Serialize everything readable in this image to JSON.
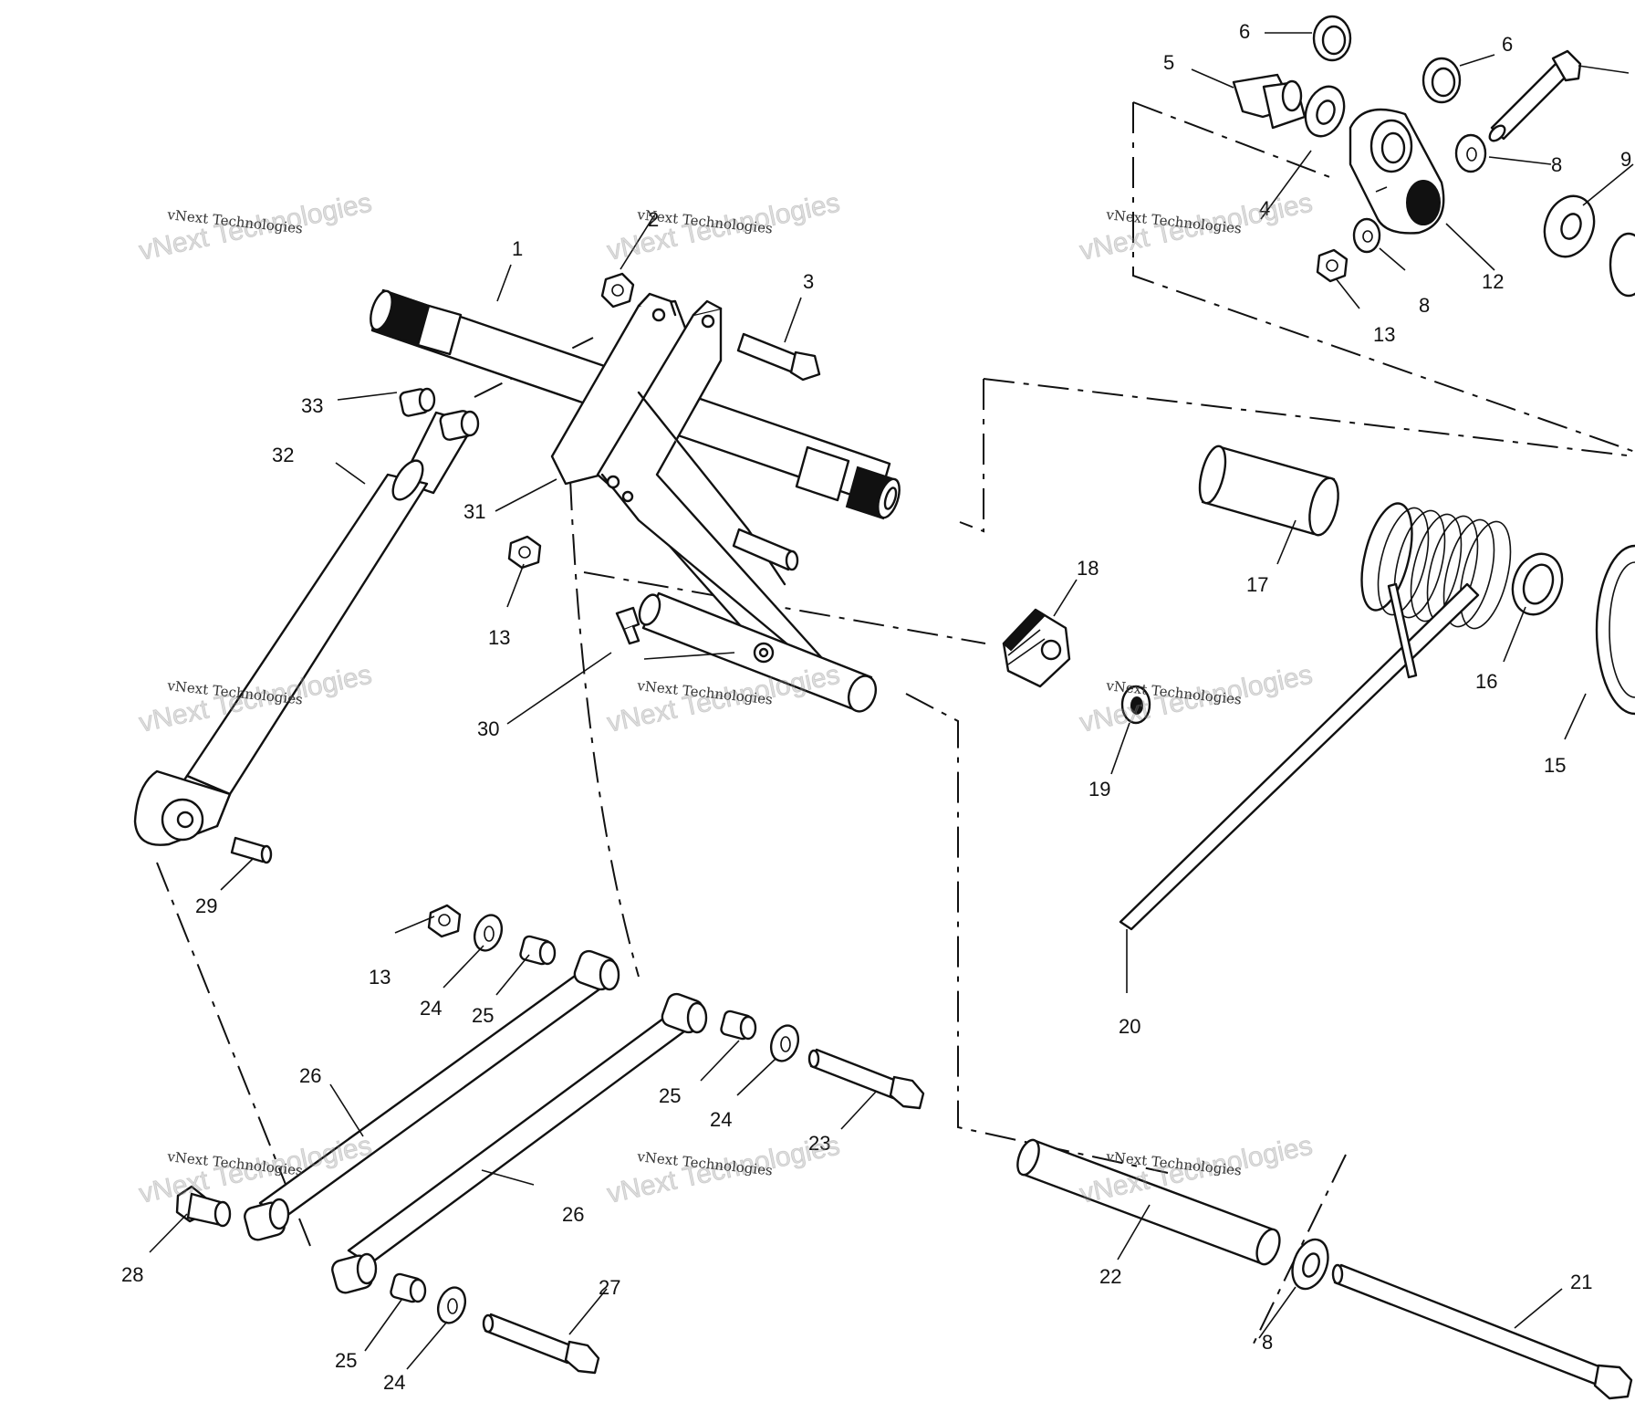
{
  "watermark": {
    "text_small": "vNext Technologies",
    "text_big": "vNext Technologies"
  },
  "callouts": [
    {
      "id": "c1",
      "text": "1"
    },
    {
      "id": "c2",
      "text": "2"
    },
    {
      "id": "c3",
      "text": "3"
    },
    {
      "id": "c4",
      "text": "4"
    },
    {
      "id": "c5",
      "text": "5"
    },
    {
      "id": "c6a",
      "text": "6"
    },
    {
      "id": "c6b",
      "text": "6"
    },
    {
      "id": "c8a",
      "text": "8"
    },
    {
      "id": "c8b",
      "text": "8"
    },
    {
      "id": "c8c",
      "text": "8"
    },
    {
      "id": "c9",
      "text": "9"
    },
    {
      "id": "c12",
      "text": "12"
    },
    {
      "id": "c13a",
      "text": "13"
    },
    {
      "id": "c13b",
      "text": "13"
    },
    {
      "id": "c13c",
      "text": "13"
    },
    {
      "id": "c15",
      "text": "15"
    },
    {
      "id": "c16",
      "text": "16"
    },
    {
      "id": "c17",
      "text": "17"
    },
    {
      "id": "c18",
      "text": "18"
    },
    {
      "id": "c19",
      "text": "19"
    },
    {
      "id": "c20",
      "text": "20"
    },
    {
      "id": "c21",
      "text": "21"
    },
    {
      "id": "c22",
      "text": "22"
    },
    {
      "id": "c23",
      "text": "23"
    },
    {
      "id": "c24a",
      "text": "24"
    },
    {
      "id": "c24b",
      "text": "24"
    },
    {
      "id": "c24c",
      "text": "24"
    },
    {
      "id": "c25a",
      "text": "25"
    },
    {
      "id": "c25b",
      "text": "25"
    },
    {
      "id": "c25c",
      "text": "25"
    },
    {
      "id": "c26a",
      "text": "26"
    },
    {
      "id": "c26b",
      "text": "26"
    },
    {
      "id": "c27",
      "text": "27"
    },
    {
      "id": "c28",
      "text": "28"
    },
    {
      "id": "c29",
      "text": "29"
    },
    {
      "id": "c30",
      "text": "30"
    },
    {
      "id": "c31",
      "text": "31"
    },
    {
      "id": "c32",
      "text": "32"
    },
    {
      "id": "c33",
      "text": "33"
    }
  ]
}
